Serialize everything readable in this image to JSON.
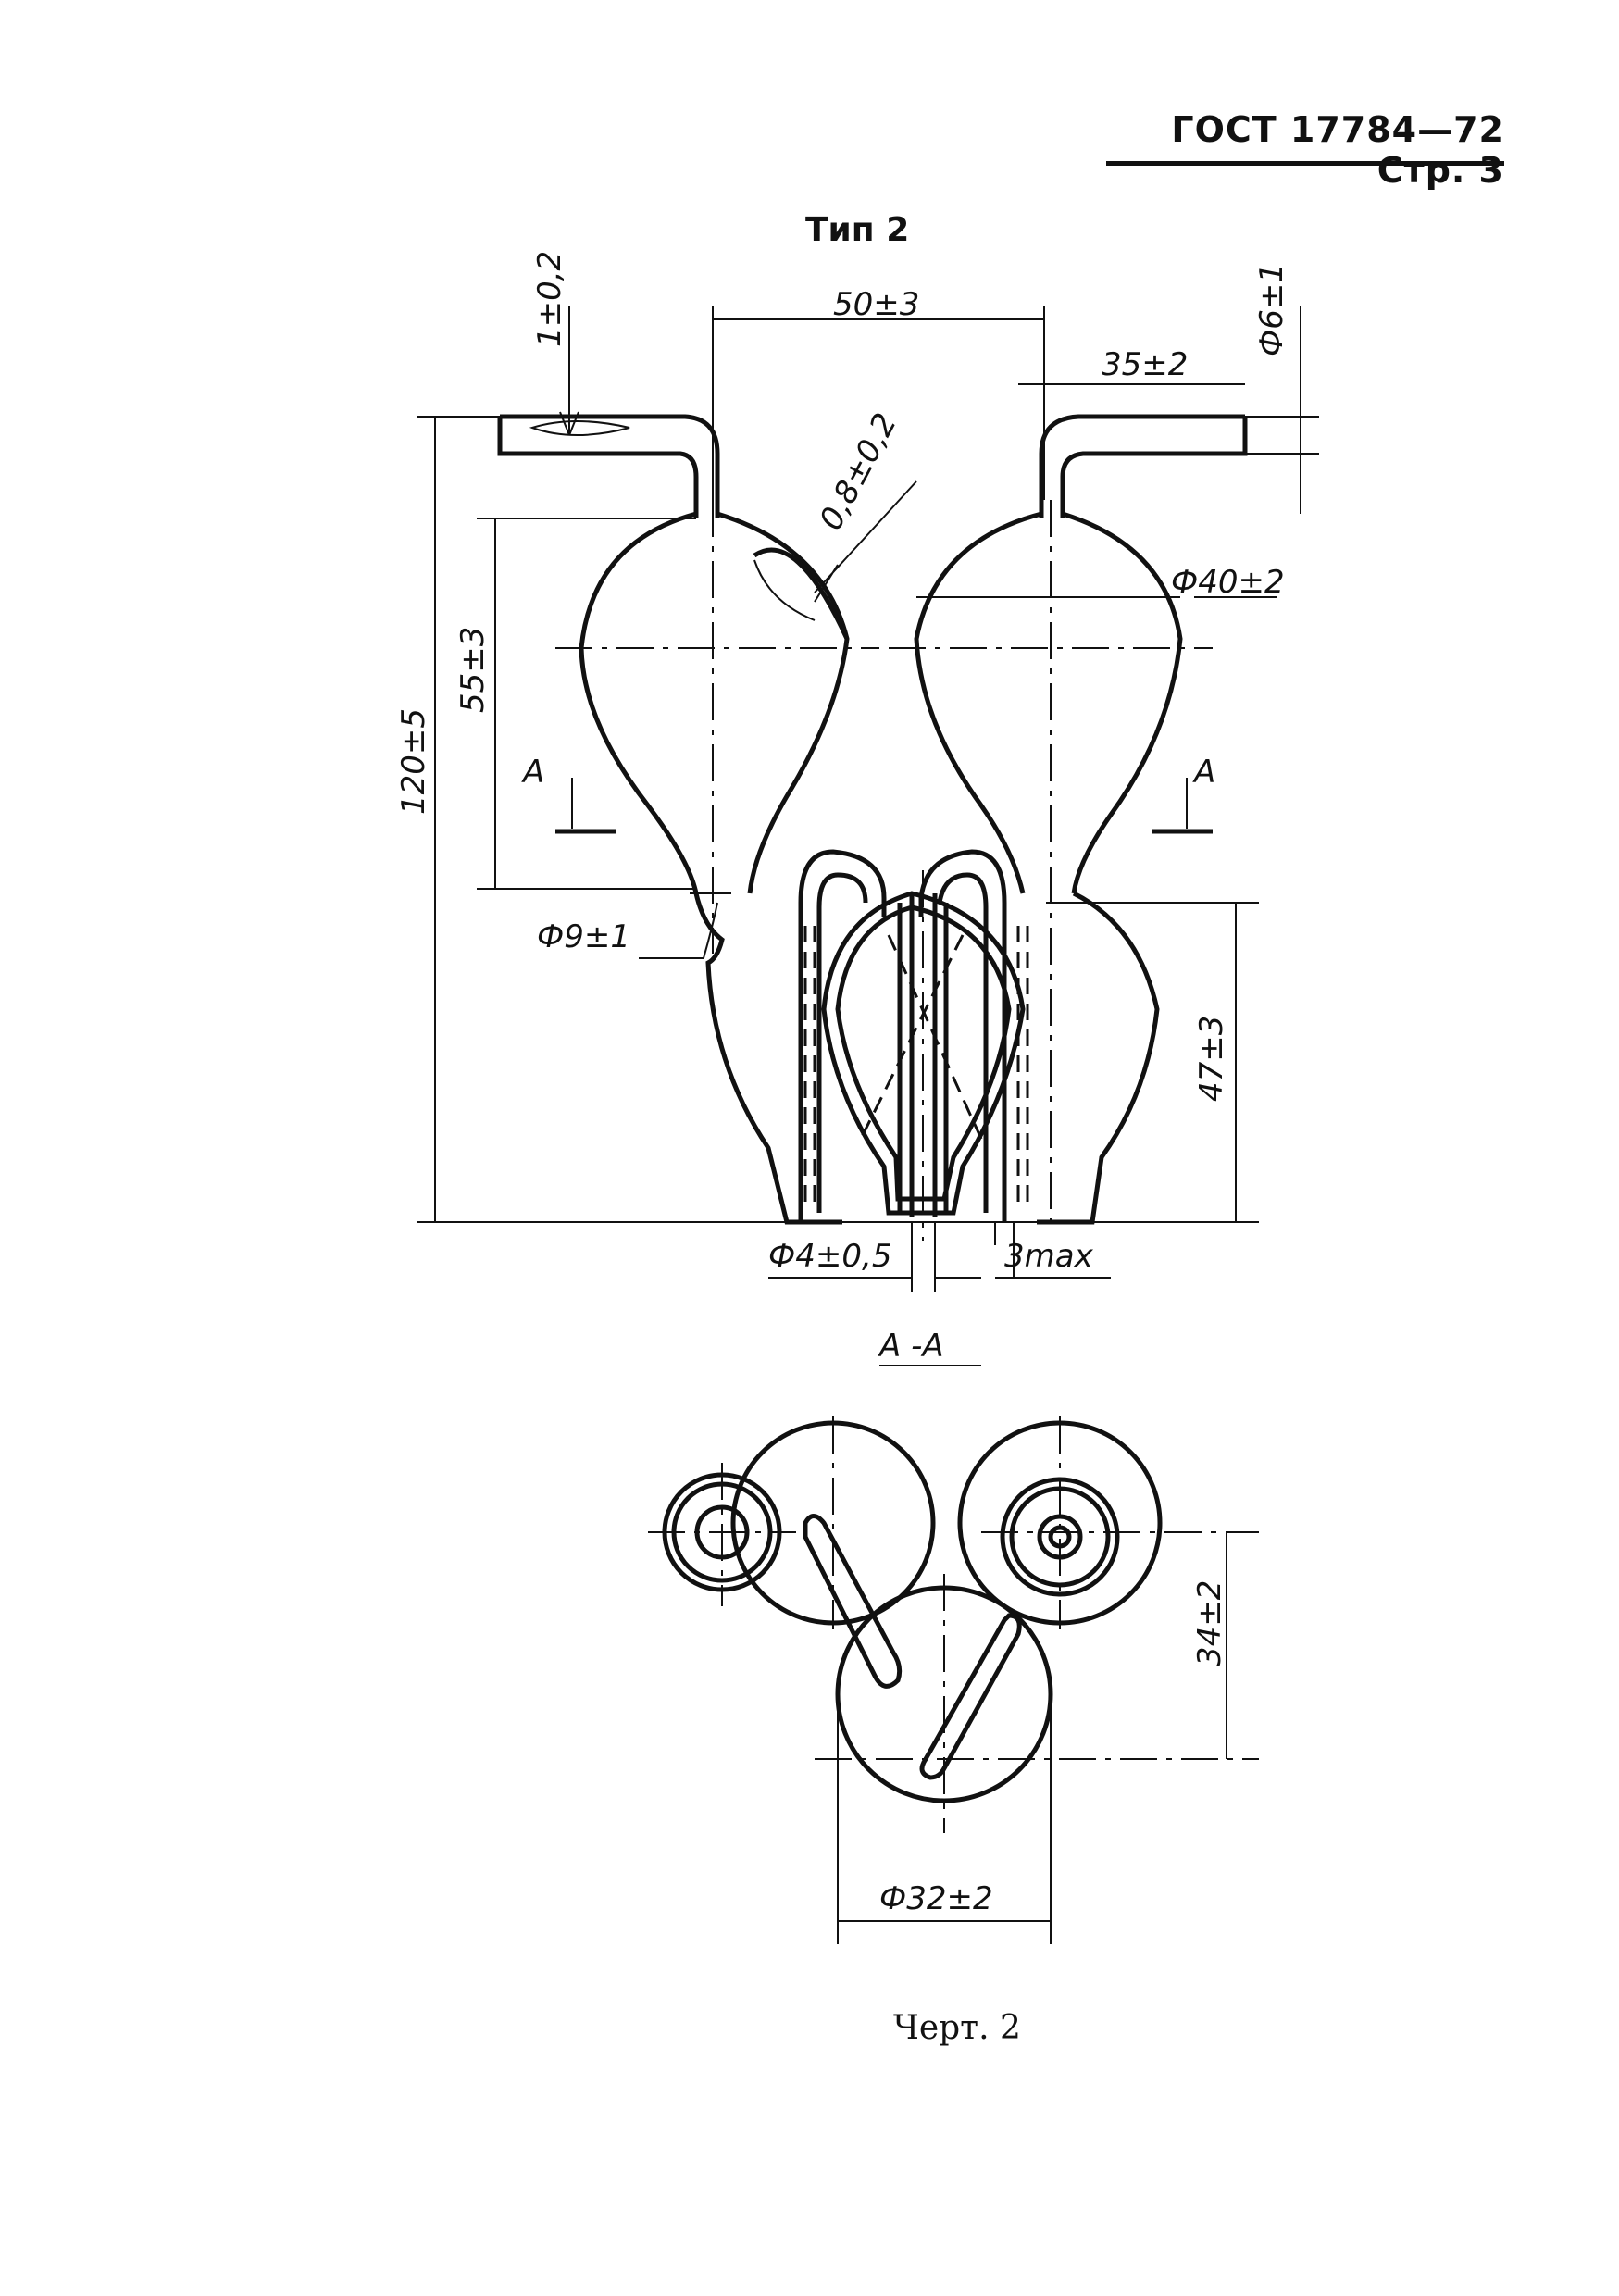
{
  "header": {
    "standard": "ГОСТ 17784—72",
    "page": "Стр. 3"
  },
  "type_label": "Тип 2",
  "section_label": "А -А",
  "section_mark": "А",
  "dimensions": {
    "d50": "50±3",
    "d35": "35±2",
    "d_phi6": "Ф6±1",
    "d1": "1±0,2",
    "d08": "0,8±0,2",
    "d_phi40": "Ф40±2",
    "d120": "120±5",
    "d55": "55±3",
    "d_phi9": "Ф9±1",
    "d47": "47±3",
    "d_phi4": "Ф4±0,5",
    "d3max": "3max",
    "d34": "34±2",
    "d_phi32": "Ф32±2"
  },
  "caption": "Черт. 2"
}
